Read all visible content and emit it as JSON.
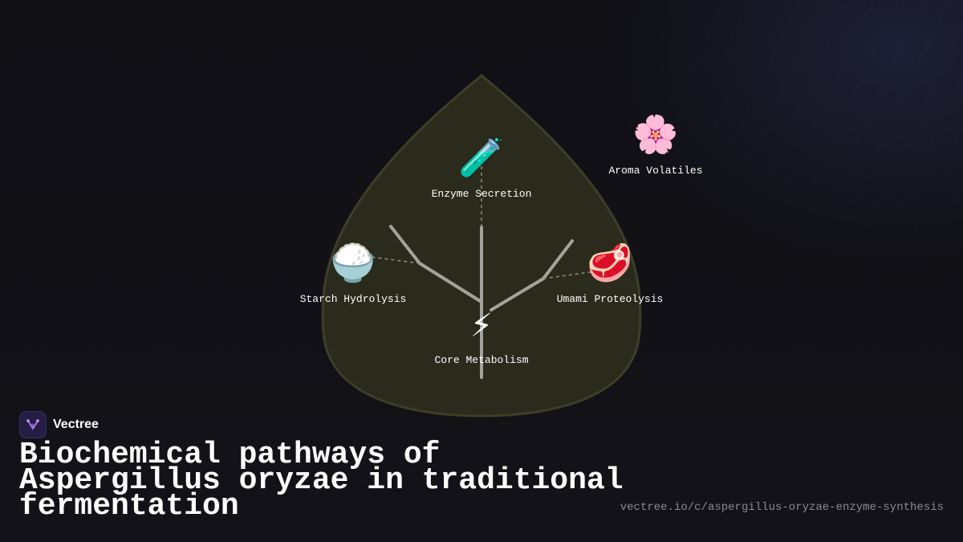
{
  "diagram": {
    "nodes": [
      {
        "id": "enzyme",
        "emoji": "🧪",
        "label": "Enzyme Secretion"
      },
      {
        "id": "aroma",
        "emoji": "🌸",
        "label": "Aroma Volatiles"
      },
      {
        "id": "starch",
        "emoji": "🍚",
        "label": "Starch Hydrolysis"
      },
      {
        "id": "umami",
        "emoji": "🥩",
        "label": "Umami Proteolysis"
      },
      {
        "id": "core",
        "emoji": "⚡",
        "label": "Core Metabolism"
      }
    ],
    "colors": {
      "leaf_fill": "#2a2b1d",
      "leaf_stroke": "#3c3f27",
      "vein": "#a3a39c",
      "connector": "#8f8f88"
    }
  },
  "brand": {
    "name": "Vectree",
    "icon": "vectree-logo-icon"
  },
  "title": "Biochemical pathways of Aspergillus oryzae in traditional fermentation",
  "url": "vectree.io/c/aspergillus-oryzae-enzyme-synthesis"
}
